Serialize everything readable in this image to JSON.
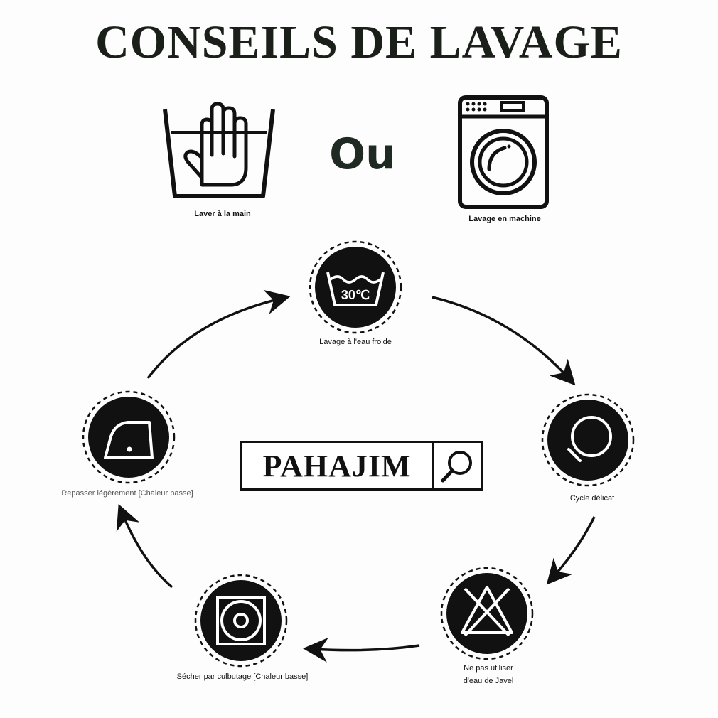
{
  "title": "CONSEILS DE LAVAGE",
  "separator": "Ou",
  "top_options": [
    {
      "label": "Laver à la main",
      "icon": "hand-wash-icon"
    },
    {
      "label": "Lavage en machine",
      "icon": "washing-machine-icon"
    }
  ],
  "brand": {
    "name": "PAHAJIM",
    "icon": "search-icon"
  },
  "steps": [
    {
      "label": "Lavage à l'eau froide",
      "icon": "wash-30c-icon",
      "icon_text": "30℃"
    },
    {
      "label": "Cycle délicat",
      "icon": "delicate-cycle-icon"
    },
    {
      "label_line1": "Ne pas utiliser",
      "label_line2": "d'eau de Javel",
      "icon": "no-bleach-icon"
    },
    {
      "label": "Sécher par culbutage [Chaleur basse]",
      "icon": "tumble-dry-low-icon"
    },
    {
      "label": "Repasser légèrement [Chaleur basse]",
      "icon": "iron-low-icon"
    }
  ],
  "colors": {
    "icon_bg": "#111111",
    "icon_fg": "#ffffff",
    "text": "#111111",
    "background": "#fdfdfd"
  }
}
